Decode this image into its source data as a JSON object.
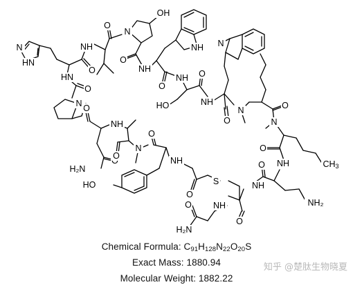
{
  "labels": {
    "oh_top": "OH",
    "nh_his": "HN",
    "n_his": "N",
    "nh_1": "HN",
    "o_1": "O",
    "nh_2": "NH",
    "o_2": "O",
    "n_pro1": "N",
    "o_3": "O",
    "nh_trp1": "NH",
    "n_trp2": "N",
    "nh_3": "NH",
    "o_4": "O",
    "o_5": "O",
    "n_pro2": "N",
    "nh_4": "NH",
    "o_6": "O",
    "ho_ser": "HO",
    "nh_5": "NH",
    "o_7": "O",
    "o_8": "O",
    "n_me1": "N",
    "o_9": "O",
    "n_me2": "N",
    "o_10": "O",
    "nh_6": "NH",
    "ch3": "CH",
    "ch3_sub": "3",
    "h2n_asn": "H₂N",
    "o_11": "O",
    "n_me3": "N",
    "o_12": "O",
    "nh_7": "NH",
    "o_13": "O",
    "s": "S",
    "nh_8": "NH",
    "o_14": "O",
    "ho_tyr": "HO",
    "nh_9": "NH",
    "o_15": "O",
    "nh2_orn": "NH₂",
    "o_16": "O",
    "h2n_gly": "H₂N",
    "o_17": "O",
    "nh_10": "N",
    "n_his2": "N"
  },
  "caption": {
    "formula_label": "Chemical Formula: C",
    "c_sub": "91",
    "h": "H",
    "h_sub": "128",
    "n": "N",
    "n_sub": "22",
    "o": "O",
    "o_sub": "20",
    "s": "S",
    "exact_label": "Exact Mass: ",
    "exact_value": "1880.94",
    "mw_label": "Molecular Weight: ",
    "mw_value": "1882.22"
  },
  "watermark": "知乎 @楚肽生物晓夏"
}
